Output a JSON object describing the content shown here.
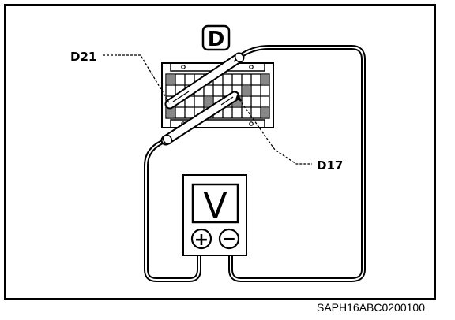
{
  "connector": {
    "label": "D"
  },
  "pins": {
    "upper": "D21",
    "lower": "D17"
  },
  "meter": {
    "display": "V",
    "positive_symbol": "+",
    "negative_symbol": "−"
  },
  "figure": {
    "code": "SAPH16ABC0200100"
  }
}
